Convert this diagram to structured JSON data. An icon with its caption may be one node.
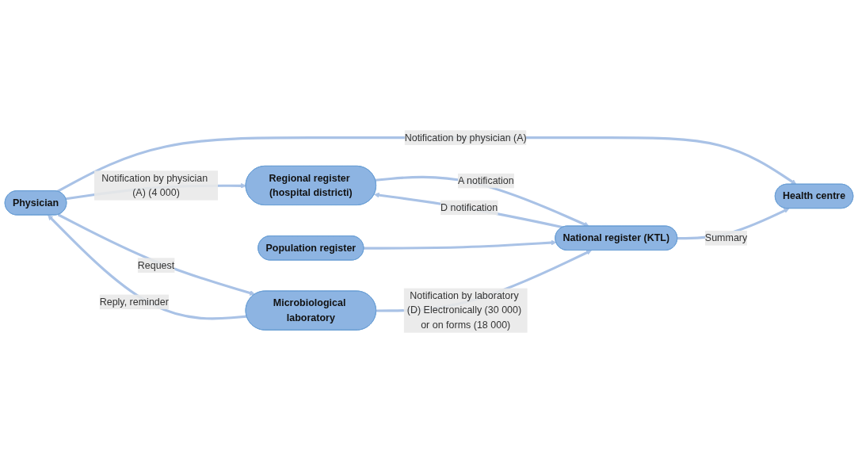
{
  "diagram": {
    "nodes": [
      {
        "text": [
          "Physician"
        ]
      },
      {
        "text": [
          "Health centre"
        ]
      },
      {
        "text": [
          "Microbiological laboratory"
        ]
      },
      {
        "text": [
          "Regional register (hospital districti)"
        ]
      },
      {
        "text": [
          "National register (KTL)"
        ]
      },
      {
        "text": [
          "Population register"
        ]
      }
    ],
    "edges": [
      {
        "from": 0,
        "to": 1,
        "arrow": "to",
        "label": "Notification by physician (A)"
      },
      {
        "from": 0,
        "to": 3,
        "arrow": "to",
        "label": "Notification by physician (A) (4 000)"
      },
      {
        "from": 0,
        "to": 2,
        "arrow": "to",
        "label": "Request"
      },
      {
        "from": 2,
        "to": 0,
        "arrow": "to",
        "label": "Reply, reminder"
      },
      {
        "from": 2,
        "to": 4,
        "arrow": "to",
        "label": "Notification by laboratory (D) Electronically (30 000) or on forms (18 000)"
      },
      {
        "from": 3,
        "to": 4,
        "arrow": "to",
        "label": "A notification"
      },
      {
        "from": 4,
        "to": 3,
        "arrow": "to",
        "label": "D notification"
      },
      {
        "from": 4,
        "to": 1,
        "arrow": "to",
        "label": "Summary"
      },
      {
        "from": 5,
        "to": 4,
        "arrow": "to"
      }
    ]
  }
}
